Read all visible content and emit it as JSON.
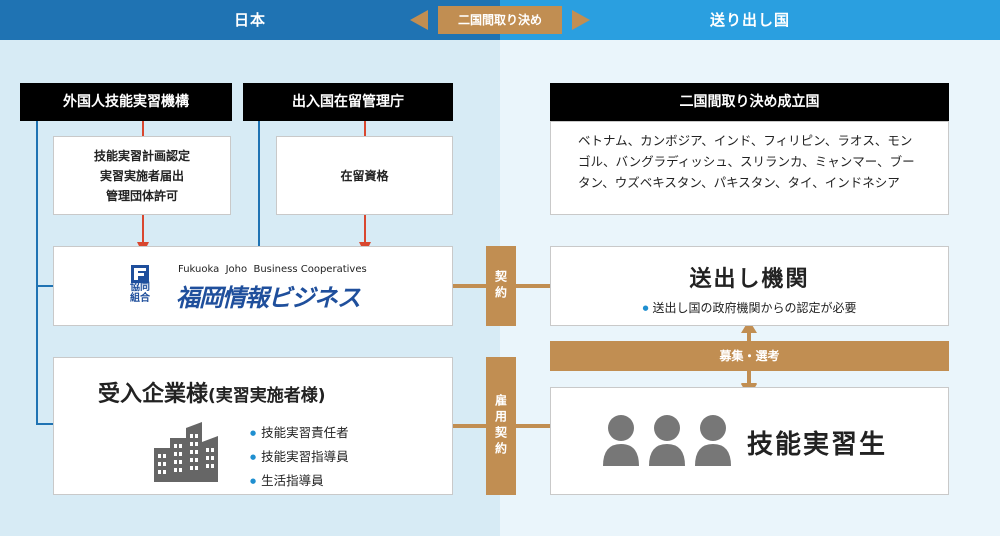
{
  "header": {
    "left_label": "日本",
    "right_label": "送り出し国",
    "center_label": "二国間取り決め"
  },
  "japan": {
    "org1_title": "外国人技能実習機構",
    "org1_items": [
      "技能実習計画認定",
      "実習実施者届出",
      "管理団体許可"
    ],
    "org2_title": "出入国在留管理庁",
    "org2_items": [
      "在留資格"
    ],
    "logo_cooperative_label": "協同組合",
    "logo_english": "Fukuoka  Joho  Business Cooperatives",
    "logo_name": "福岡情報ビジネス",
    "company_title_main": "受入企業様",
    "company_title_sub": "(実習実施者様)",
    "company_roles": [
      "技能実習責任者",
      "技能実習指導員",
      "生活指導員"
    ]
  },
  "sending": {
    "agreement_title": "二国間取り決め成立国",
    "agreement_countries": "ベトナム、カンボジア、インド、フィリピン、ラオス、モンゴル、バングラディッシュ、スリランカ、ミャンマー、ブータン、ウズベキスタン、パキスタン、タイ、インドネシア",
    "agency_title": "送出し機関",
    "agency_note": "送出し国の政府機関からの認定が必要",
    "recruit_label": "募集・選考",
    "trainee_title": "技能実習生"
  },
  "connectors": {
    "contract_label": "契約",
    "employment_label": "雇用契約"
  },
  "colors": {
    "japan_header": "#1f73b3",
    "sending_header": "#2a9fe0",
    "connector_tan": "#c18e52",
    "arrow_red": "#d9472f",
    "line_blue": "#1f73b3"
  }
}
